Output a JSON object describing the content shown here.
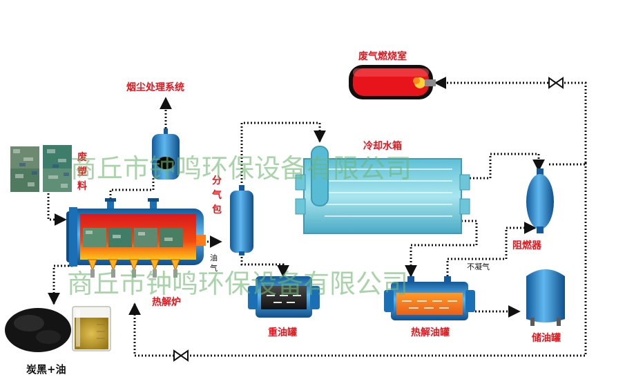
{
  "labels": {
    "exhaust_chamber": "废气燃烧室",
    "dust_system": "烟尘处理系统",
    "waste_plastic": [
      "废",
      "塑",
      "料"
    ],
    "separator": [
      "分",
      "气",
      "包"
    ],
    "oil_gas": [
      "油",
      "气"
    ],
    "cooling_box": "冷却水箱",
    "flame_arrester": "阻燃器",
    "noncondensable_gas": "不凝气",
    "reactor": "热解炉",
    "heavy_oil_tank": "重油罐",
    "pyro_oil_tank": "热解油罐",
    "storage_tank": "储油罐",
    "products": "炭黑+油"
  },
  "watermark": "商丘市钟鸣环保设备有限公司",
  "colors": {
    "label_red": "#e8141b",
    "pipe": "#111111",
    "vessel_blue": "#2f8fd6",
    "cooler_teal": "#7fd2e0",
    "watermark": "#6fb86f"
  }
}
